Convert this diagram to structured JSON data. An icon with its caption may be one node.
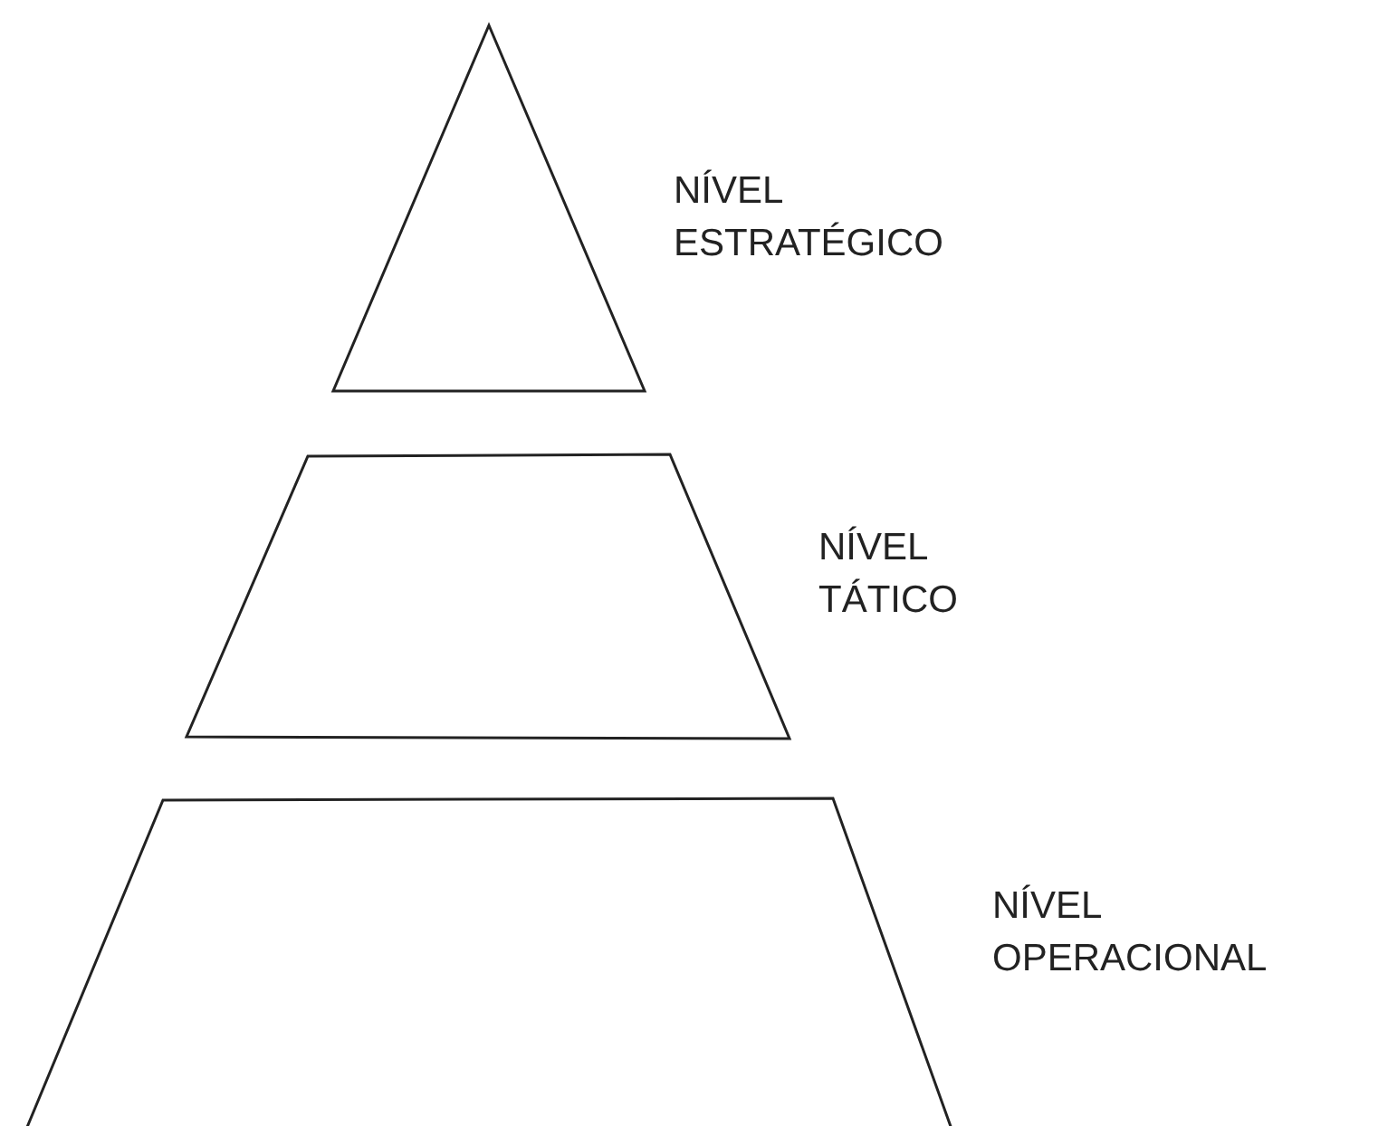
{
  "diagram": {
    "nodes": [
      {
        "text": [],
        "shape": "triangle",
        "beside": [
          "NÍVEL ESTRATÉGICO"
        ]
      },
      {
        "text": [],
        "shape": "trapezium",
        "beside": [
          "NÍVEL TÁTICO"
        ]
      },
      {
        "text": [],
        "shape": "trapezium",
        "beside": [
          "NÍVEL OPERACIONAL"
        ]
      }
    ],
    "edges": []
  }
}
